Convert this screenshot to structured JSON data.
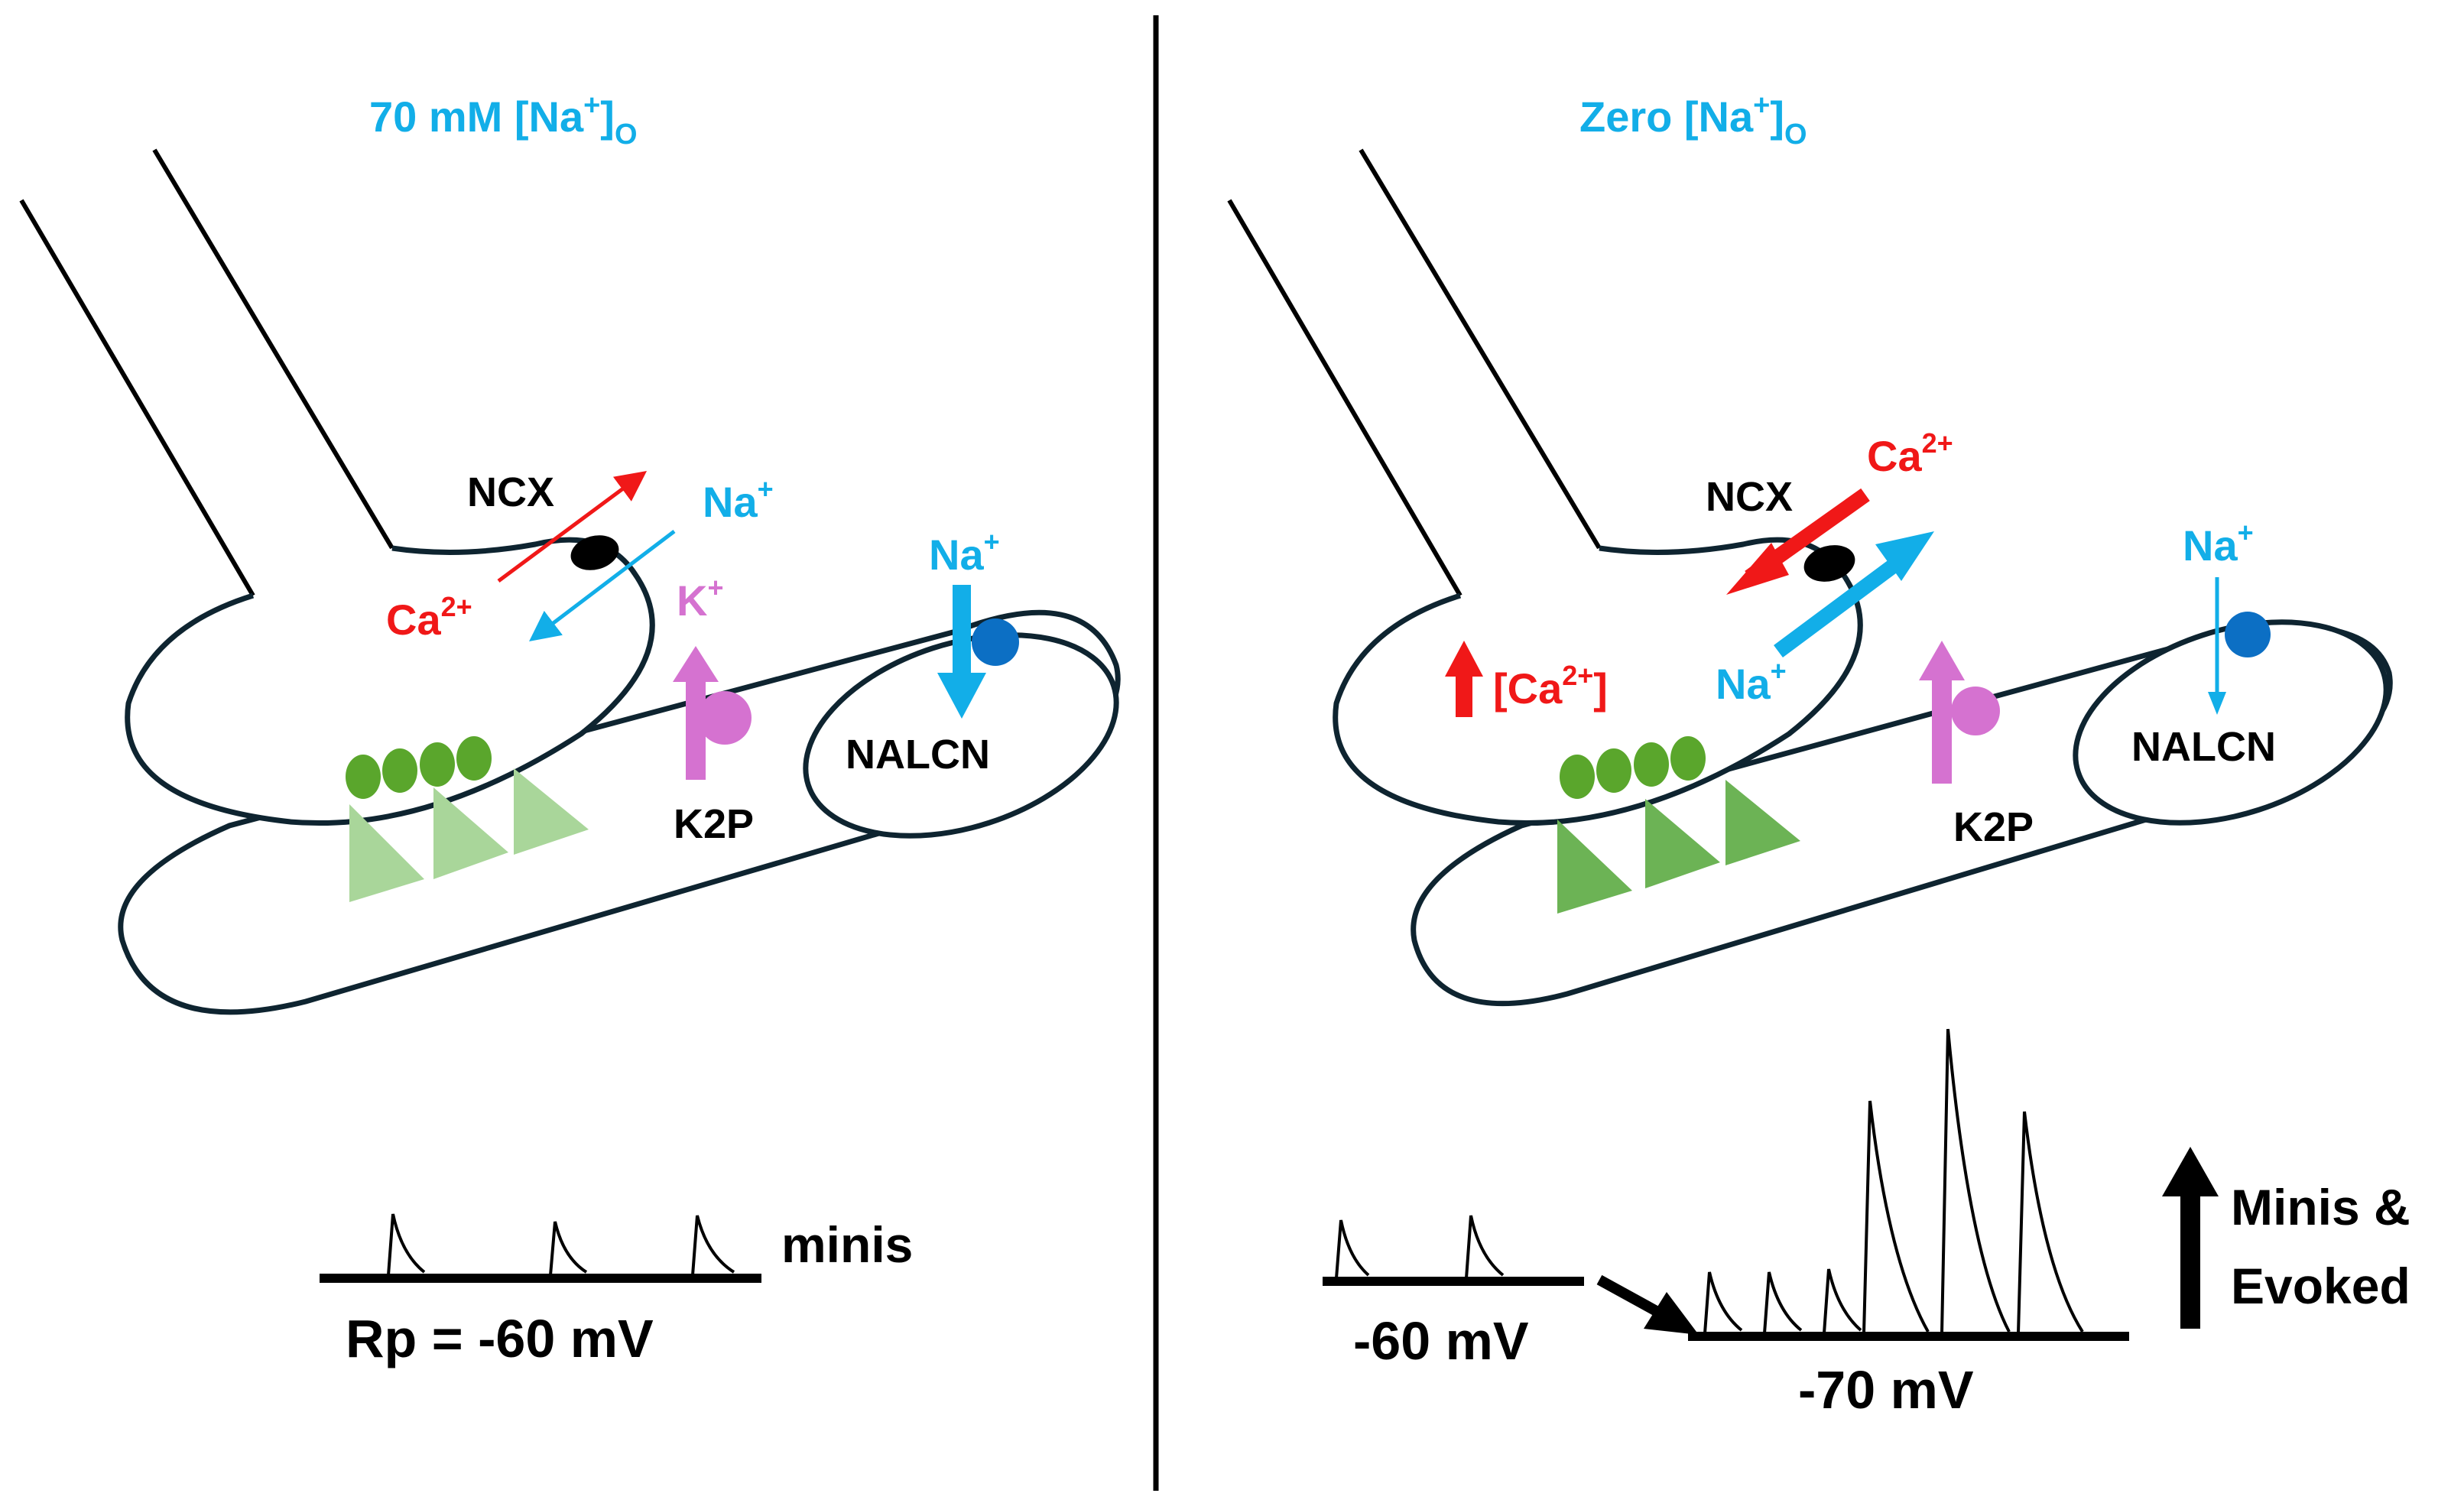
{
  "colors": {
    "outline": "#0e2430",
    "blue": "#12aee8",
    "red": "#f01818",
    "pink": "#d572d0",
    "black": "#000000",
    "green": "#5aa62c",
    "triangle_light": "#a9d69a",
    "triangle_dark": "#6cb355",
    "dot_blue": "#0c6fc4"
  },
  "left": {
    "title_main": "70 mM [Na",
    "title_sup": "+",
    "title_close": "]",
    "title_sub": "O",
    "ncx_label": "NCX",
    "na_exchanger_label": "Na",
    "na_exchanger_sup": "+",
    "ca_label": "Ca",
    "ca_sup": "2+",
    "k_label": "K",
    "k_sup": "+",
    "k2p_label": "K2P",
    "na_channel_label": "Na",
    "na_channel_sup": "+",
    "nalcn_label": "NALCN",
    "minis_label": "minis",
    "rp_label": "Rp = -60 mV"
  },
  "right": {
    "title_main": "Zero [Na",
    "title_sup": "+",
    "title_close": "]",
    "title_sub": "O",
    "ncx_label": "NCX",
    "ca_label": "Ca",
    "ca_sup": "2+",
    "na_exchanger_label": "Na",
    "na_exchanger_sup": "+",
    "ca_internal_open": "[Ca",
    "ca_internal_sup": "2+",
    "ca_internal_close": "]",
    "k2p_label": "K2P",
    "na_channel_label": "Na",
    "na_channel_sup": "+",
    "nalcn_label": "NALCN",
    "v60_label": "-60 mV",
    "v70_label": "-70 mV",
    "result_line1": "Minis &",
    "result_line2": "Evoked"
  }
}
